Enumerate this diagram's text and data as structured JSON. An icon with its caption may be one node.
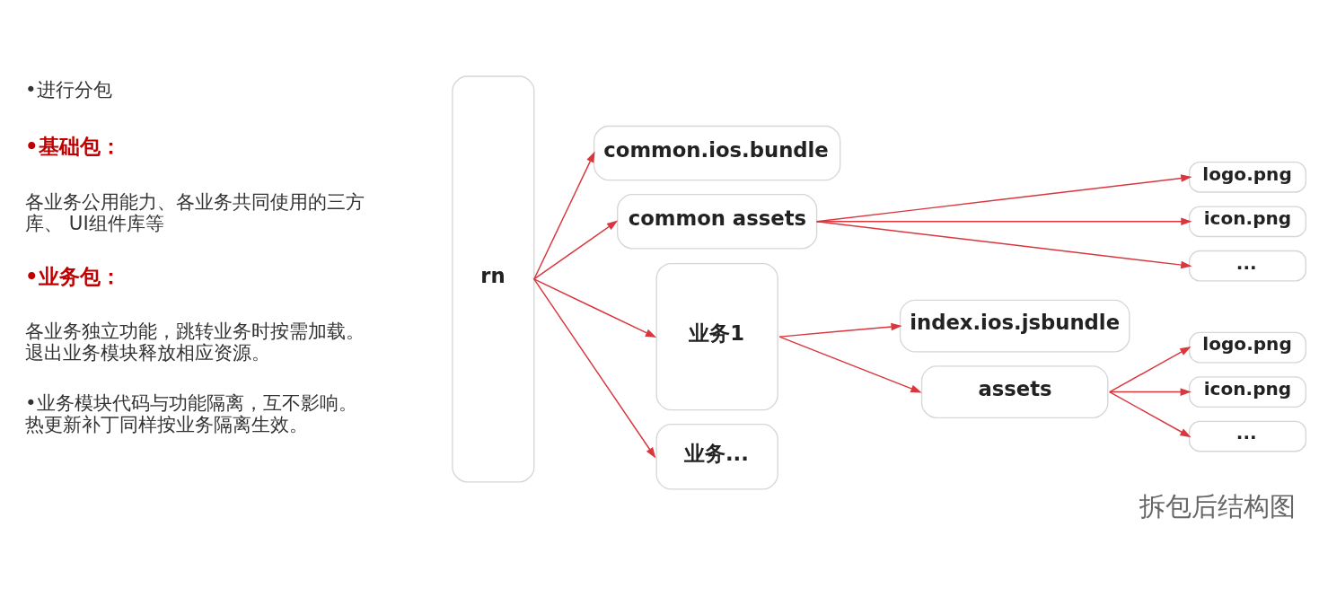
{
  "diagram": {
    "caption": "拆包后结构图",
    "nodes": [
      {
        "text": [
          "rn"
        ]
      },
      {
        "text": [
          "common.ios.bundle"
        ]
      },
      {
        "text": [
          "common assets"
        ]
      },
      {
        "text": [
          "logo.png"
        ]
      },
      {
        "text": [
          "icon.png"
        ]
      },
      {
        "text": [
          "..."
        ]
      },
      {
        "text": [
          "业务1"
        ]
      },
      {
        "text": [
          "index.ios.jsbundle"
        ]
      },
      {
        "text": [
          "assets"
        ]
      },
      {
        "text": [
          "logo.png"
        ]
      },
      {
        "text": [
          "icon.png"
        ]
      },
      {
        "text": [
          "..."
        ]
      },
      {
        "text": [
          "业务..."
        ]
      }
    ],
    "edges": [
      {
        "from": 0,
        "to": 1,
        "arrow": "to"
      },
      {
        "from": 0,
        "to": 2,
        "arrow": "to"
      },
      {
        "from": 2,
        "to": 3,
        "arrow": "to"
      },
      {
        "from": 2,
        "to": 4,
        "arrow": "to"
      },
      {
        "from": 2,
        "to": 5,
        "arrow": "to"
      },
      {
        "from": 0,
        "to": 6,
        "arrow": "to"
      },
      {
        "from": 6,
        "to": 7,
        "arrow": "to"
      },
      {
        "from": 6,
        "to": 8,
        "arrow": "to"
      },
      {
        "from": 8,
        "to": 9,
        "arrow": "to"
      },
      {
        "from": 8,
        "to": 10,
        "arrow": "to"
      },
      {
        "from": 8,
        "to": 11,
        "arrow": "to"
      },
      {
        "from": 0,
        "to": 12,
        "arrow": "to"
      }
    ],
    "labels": [
      "•进行分包",
      "•基础包：",
      "各业务公用能力、各业务共同使用的三方库、 UI组件库等",
      "•业务包：",
      "各业务独立功能，跳转业务时按需加载。退出业务模块释放相应资源。",
      "•业务模块代码与功能隔离，互不影响。热更新补丁同样按业务隔离生效。"
    ]
  }
}
